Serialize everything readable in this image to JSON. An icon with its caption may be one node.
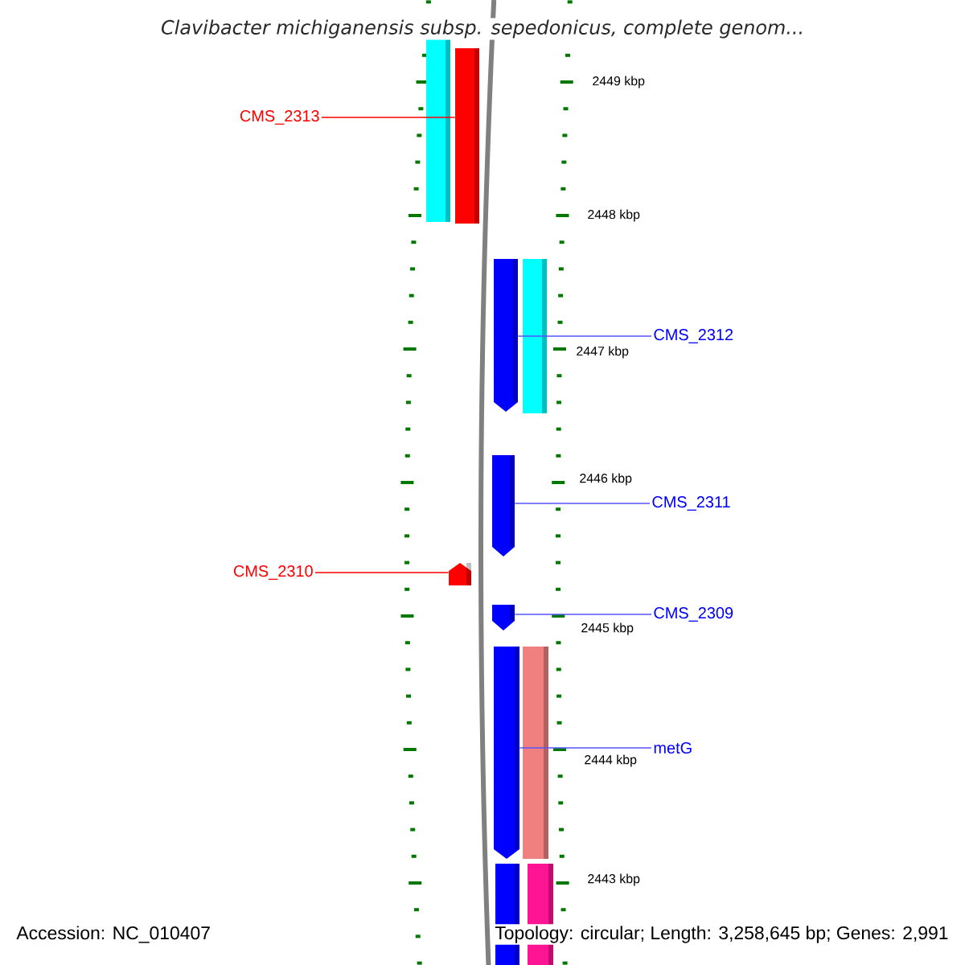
{
  "diagram": {
    "title": "Clavibacter michiganensis subsp. sepedonicus, complete genom...",
    "nodes": [
      {
        "text": [
          "CMS_2313"
        ]
      },
      {
        "text": [
          "CMS_2312"
        ]
      },
      {
        "text": [
          "CMS_2311"
        ]
      },
      {
        "text": [
          "CMS_2310"
        ]
      },
      {
        "text": [
          "CMS_2309"
        ]
      },
      {
        "text": [
          "metG"
        ]
      },
      {
        "text": [],
        "shape": "bar"
      },
      {
        "text": [],
        "shape": "bar"
      },
      {
        "text": [],
        "shape": "bar"
      },
      {
        "text": [],
        "shape": "bar"
      },
      {
        "text": [],
        "shape": "bar"
      },
      {
        "text": [],
        "shape": "bar"
      },
      {
        "text": [],
        "shape": "bar"
      },
      {
        "text": [],
        "shape": "bar"
      },
      {
        "text": [],
        "shape": "bar"
      },
      {
        "text": [],
        "shape": "bar"
      },
      {
        "text": [],
        "shape": "bar"
      }
    ],
    "edges": [
      {
        "from": 0,
        "to": 7,
        "arrow": "none",
        "color": "#ff0000"
      },
      {
        "from": 1,
        "to": 8,
        "arrow": "none"
      },
      {
        "from": 2,
        "to": 10,
        "arrow": "none"
      },
      {
        "from": 3,
        "to": 11,
        "arrow": "none",
        "color": "#ff0000"
      },
      {
        "from": 4,
        "to": 12,
        "arrow": "none"
      },
      {
        "from": 5,
        "to": 13,
        "arrow": "none"
      }
    ],
    "labels": [
      "2449 kbp",
      "2448 kbp",
      "2447 kbp",
      "2446 kbp",
      "2445 kbp",
      "2444 kbp",
      "2443 kbp",
      "Accession: NC_010407",
      "Topology: circular; Length: 3,258,645 bp; Genes: 2,991"
    ]
  }
}
